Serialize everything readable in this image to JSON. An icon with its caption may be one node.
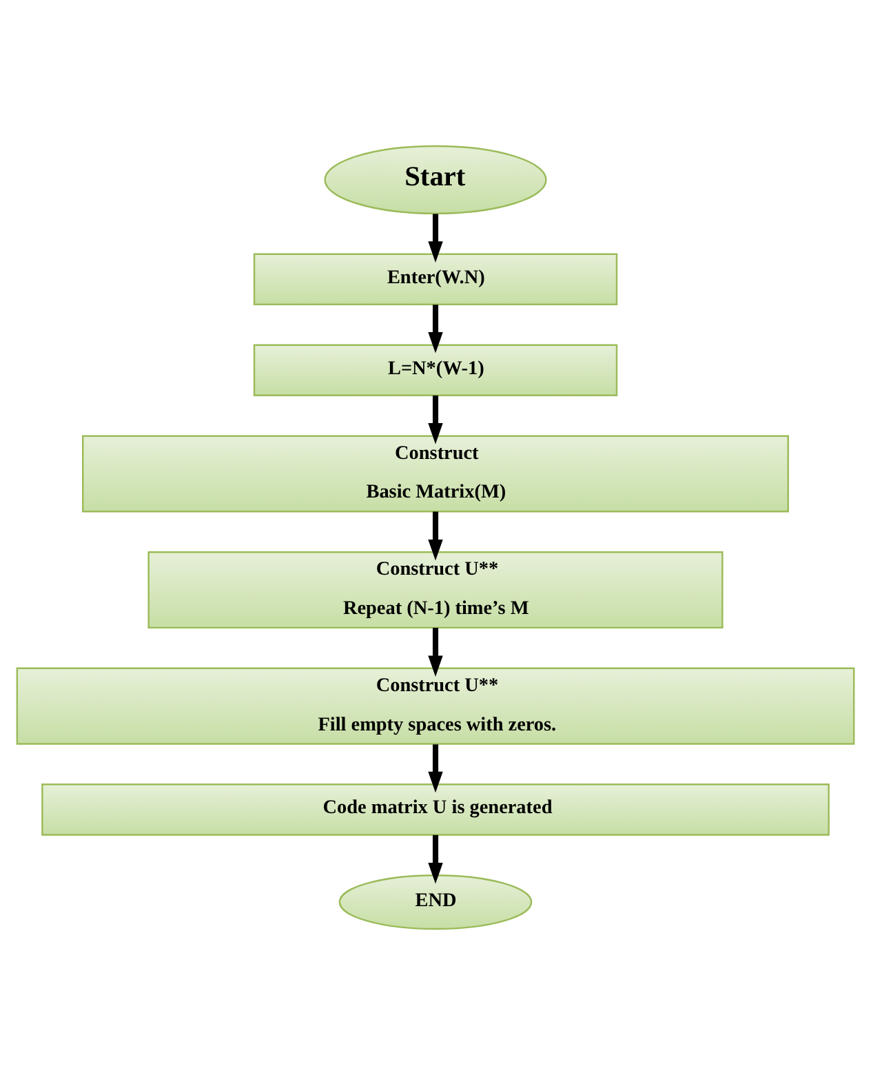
{
  "diagram": {
    "nodes": [
      {
        "text": [
          "Start"
        ]
      },
      {
        "text": [
          "Enter(W.N)"
        ]
      },
      {
        "text": [
          "L=N*(W-1)"
        ]
      },
      {
        "text": [
          "Construct",
          "Basic Matrix(M)"
        ]
      },
      {
        "text": [
          "Construct U**",
          "Repeat (N-1) time’s M"
        ]
      },
      {
        "text": [
          "Construct U**",
          "Fill empty spaces with zeros."
        ]
      },
      {
        "text": [
          "Code matrix U is generated"
        ]
      },
      {
        "text": [
          "END"
        ]
      }
    ],
    "edges": [
      {
        "from": 0,
        "to": 1,
        "arrow": "to"
      },
      {
        "from": 1,
        "to": 2,
        "arrow": "to"
      },
      {
        "from": 2,
        "to": 3,
        "arrow": "to"
      },
      {
        "from": 3,
        "to": 4,
        "arrow": "to"
      },
      {
        "from": 4,
        "to": 5,
        "arrow": "to"
      },
      {
        "from": 5,
        "to": 6,
        "arrow": "to"
      },
      {
        "from": 6,
        "to": 7,
        "arrow": "to"
      }
    ]
  }
}
